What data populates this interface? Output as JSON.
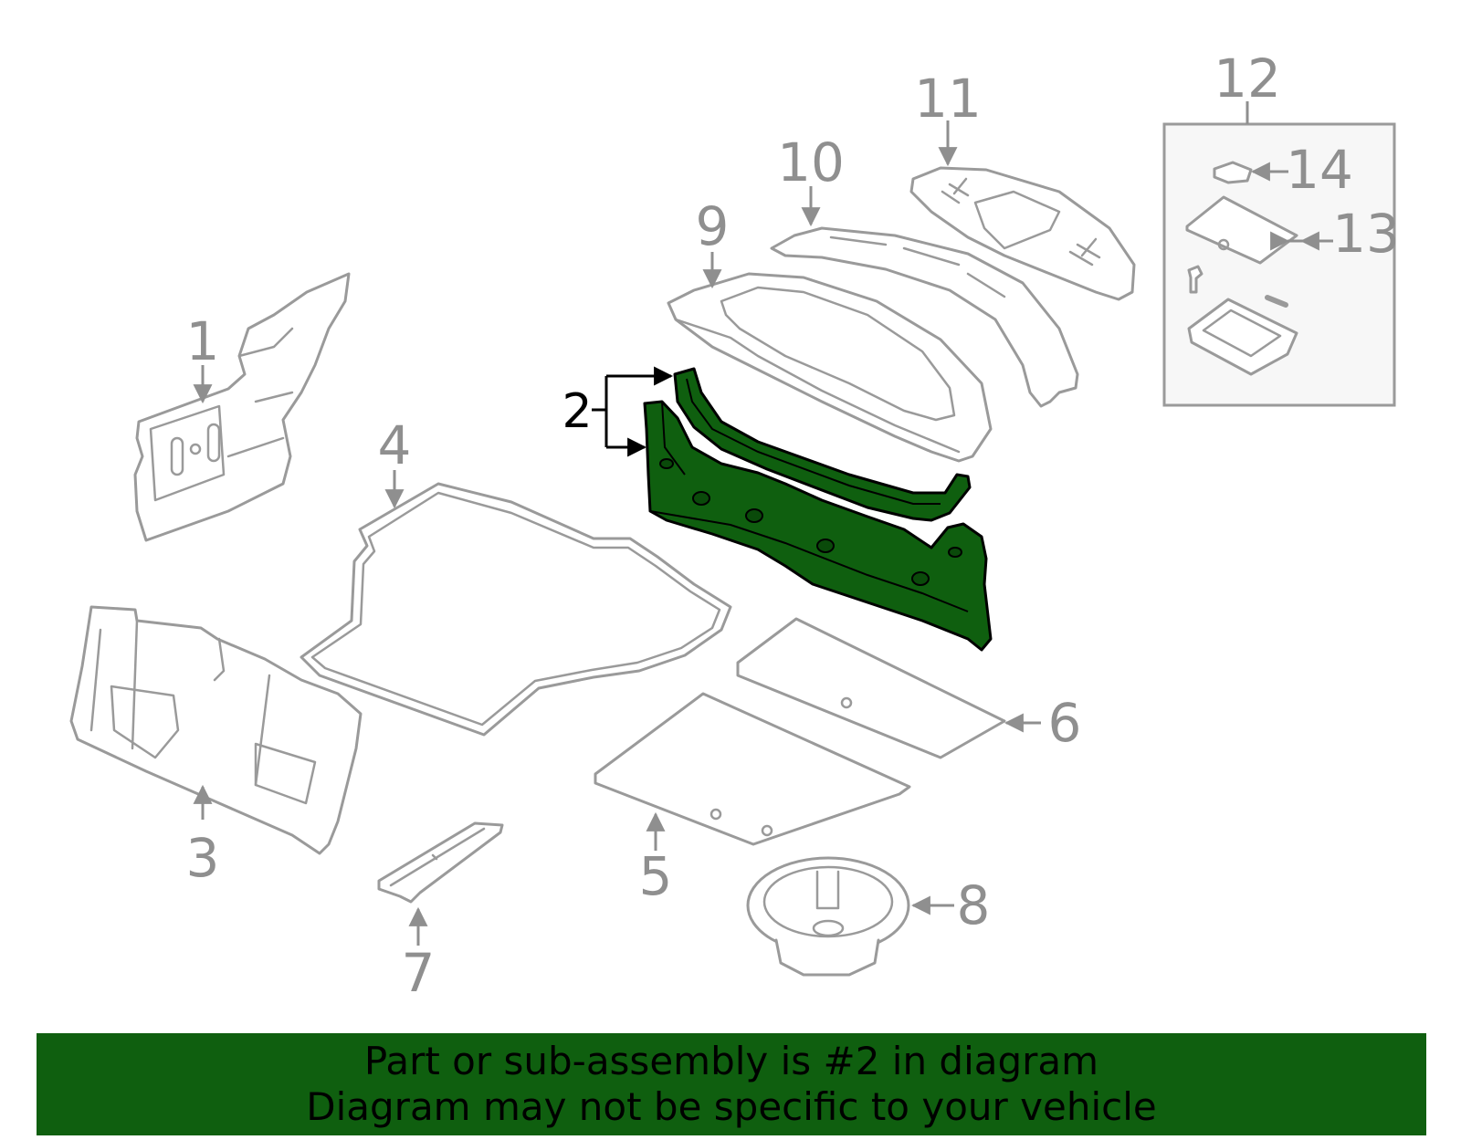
{
  "diagram": {
    "callouts": [
      "1",
      "2",
      "3",
      "4",
      "5",
      "6",
      "7",
      "8",
      "9",
      "10",
      "11",
      "12",
      "13",
      "14"
    ],
    "highlighted_part": "2",
    "highlight_color": "#0f5f0f",
    "line_color": "#9a9a9a"
  },
  "banner": {
    "line1": "Part or sub-assembly is #2 in diagram",
    "line2": "Diagram may not be specific to your vehicle",
    "background": "#0f5f0f"
  }
}
